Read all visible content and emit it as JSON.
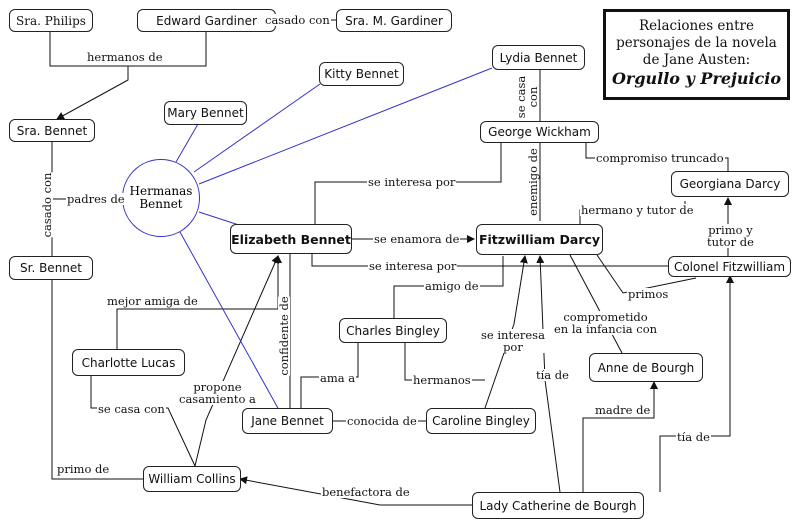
{
  "title": {
    "line1": "Relaciones entre\npersonajes de la novela\nde Jane Austen:",
    "line2": "Orgullo y Prejuicio"
  },
  "nodes": {
    "sra_philips": "Sra. Philips",
    "edward_gardiner": "Edward Gardiner",
    "sra_m_gardiner": "Sra. M. Gardiner",
    "sra_bennet": "Sra. Bennet",
    "sr_bennet": "Sr. Bennet",
    "hermanas_bennet": "Hermanas\nBennet",
    "mary_bennet": "Mary Bennet",
    "kitty_bennet": "Kitty Bennet",
    "lydia_bennet": "Lydia Bennet",
    "george_wickham": "George Wickham",
    "georgiana_darcy": "Georgiana Darcy",
    "elizabeth_bennet": "Elizabeth Bennet",
    "fitzwilliam_darcy": "Fitzwilliam Darcy",
    "colonel_fitzwilliam": "Colonel Fitzwilliam",
    "charles_bingley": "Charles Bingley",
    "charlotte_lucas": "Charlotte Lucas",
    "anne_de_bourgh": "Anne de Bourgh",
    "jane_bennet": "Jane Bennet",
    "caroline_bingley": "Caroline Bingley",
    "william_collins": "William Collins",
    "lady_catherine": "Lady Catherine de Bourgh"
  },
  "labels": {
    "casado_con_gardiner": "casado con",
    "hermanos_de": "hermanos de",
    "casado_con_bennet": "casado con",
    "padres_de": "padres de",
    "se_casa_con_lydia": "se casa\ncon",
    "enemigo_de": "enemigo de",
    "compromiso_truncado": "compromiso truncado",
    "se_interesa_por_wickham": "se interesa por",
    "hermano_y_tutor_de": "hermano y tutor de",
    "primo_y_tutor_de": "primo y\ntutor de",
    "se_enamora_de": "se enamora de",
    "se_interesa_por_colonel": "se interesa por",
    "amigo_de": "amigo de",
    "mejor_amiga_de": "mejor amiga de",
    "primos": "primos",
    "confidente_de": "confidente de",
    "se_interesa_por_caroline": "se interesa\npor",
    "comprometido": "comprometido\nen la infancia con",
    "propone_casamiento": "propone\ncasamiento a",
    "ama_a": "ama a",
    "hermanos": "hermanos",
    "tia_de_darcy": "tía de",
    "se_casa_con_collins": "se casa con",
    "conocida_de": "conocida de",
    "madre_de": "madre de",
    "tia_de_colonel": "tía de",
    "primo_de": "primo de",
    "benefactora_de": "benefactora de"
  }
}
